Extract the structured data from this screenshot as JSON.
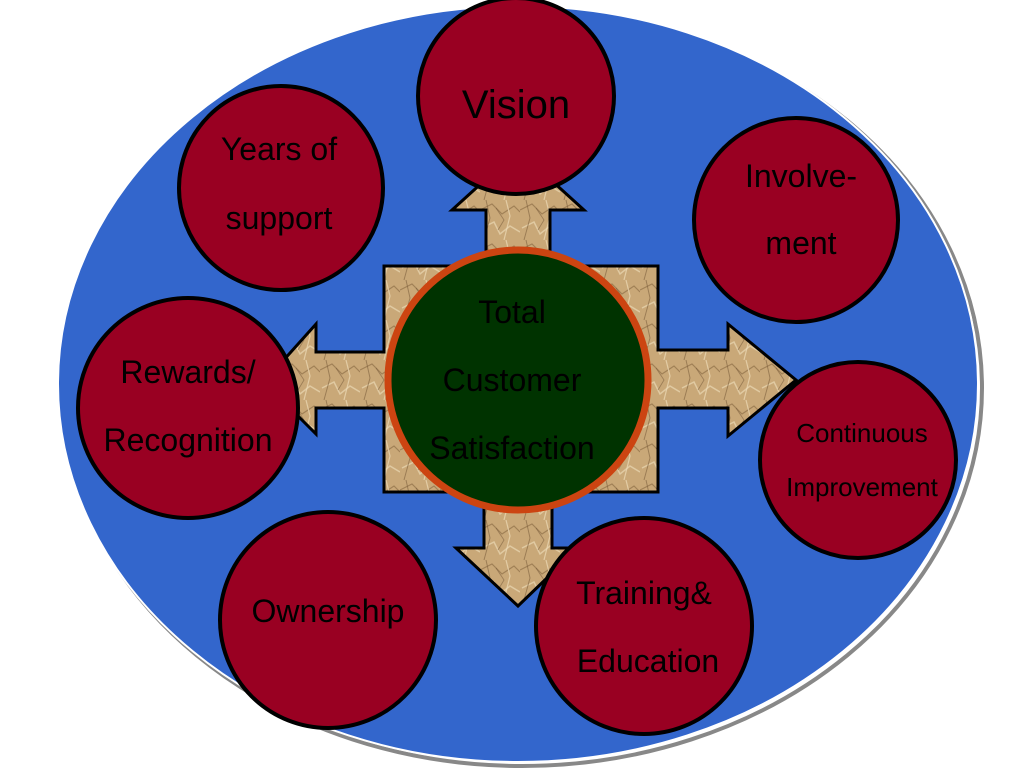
{
  "diagram": {
    "center": {
      "lines": [
        "Total",
        "Customer",
        "Satisfaction"
      ]
    },
    "nodes": {
      "vision": {
        "lines": [
          "Vision"
        ]
      },
      "years_of_support": {
        "lines": [
          "Years of",
          "support"
        ]
      },
      "involvement": {
        "lines": [
          "Involve-",
          "ment"
        ]
      },
      "rewards_recognition": {
        "lines": [
          "Rewards/",
          "Recognition"
        ]
      },
      "continuous_improvement": {
        "lines": [
          "Continuous",
          "Improvement"
        ]
      },
      "ownership": {
        "lines": [
          "Ownership"
        ]
      },
      "training_education": {
        "lines": [
          "Training&",
          "Education"
        ]
      }
    }
  },
  "colors": {
    "background_ellipse": "#3366cc",
    "node_fill": "#990022",
    "center_fill": "#003300",
    "center_stroke": "#cc4411",
    "arrow_fill": "#c9a878"
  }
}
